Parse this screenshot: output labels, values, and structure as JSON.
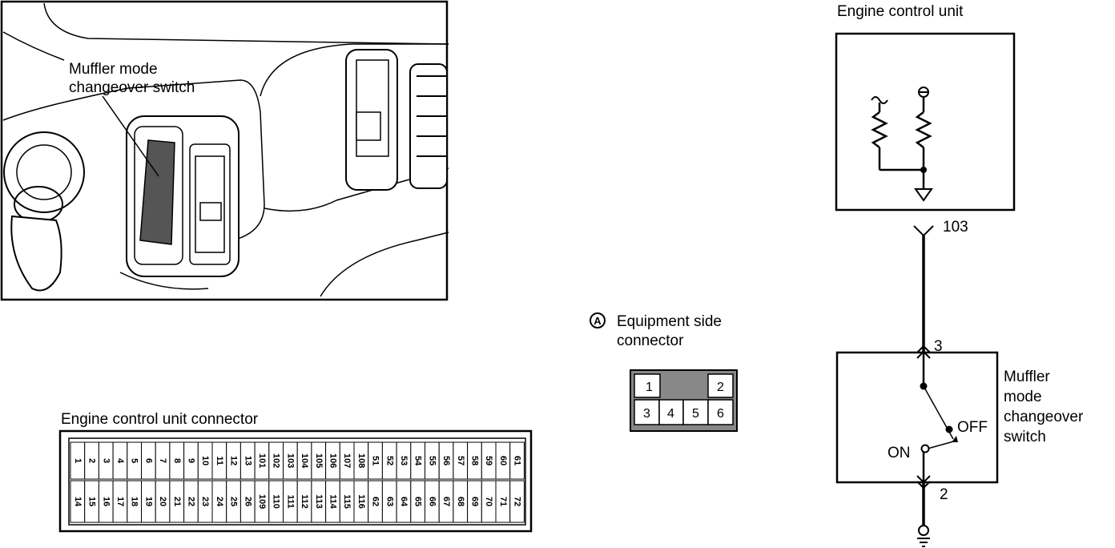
{
  "illustration": {
    "callout": [
      "Muffler mode",
      "changeover switch"
    ]
  },
  "connector_a": {
    "marker": "A",
    "label": [
      "Equipment side",
      "connector"
    ],
    "pins_top": [
      "1",
      "2"
    ],
    "pins_bottom": [
      "3",
      "4",
      "5",
      "6"
    ]
  },
  "ecu_connector": {
    "title": "Engine control unit connector",
    "top_row": [
      "1",
      "2",
      "3",
      "4",
      "5",
      "6",
      "7",
      "8",
      "9",
      "10",
      "11",
      "12",
      "13",
      "101",
      "102",
      "103",
      "104",
      "105",
      "106",
      "107",
      "108",
      "51",
      "52",
      "53",
      "54",
      "55",
      "56",
      "57",
      "58",
      "59",
      "60",
      "61"
    ],
    "bottom_row": [
      "14",
      "15",
      "16",
      "17",
      "18",
      "19",
      "20",
      "21",
      "22",
      "23",
      "24",
      "25",
      "26",
      "109",
      "110",
      "111",
      "112",
      "113",
      "114",
      "115",
      "116",
      "62",
      "63",
      "64",
      "65",
      "66",
      "67",
      "68",
      "69",
      "70",
      "71",
      "72"
    ]
  },
  "schematic": {
    "ecu_label": "Engine control unit",
    "ecu_terminal": "103",
    "switch_terminal_top": "3",
    "switch_terminal_bottom": "2",
    "switch_label": [
      "Muffler",
      "mode",
      "changeover",
      "switch"
    ],
    "off_label": "OFF",
    "on_label": "ON"
  }
}
